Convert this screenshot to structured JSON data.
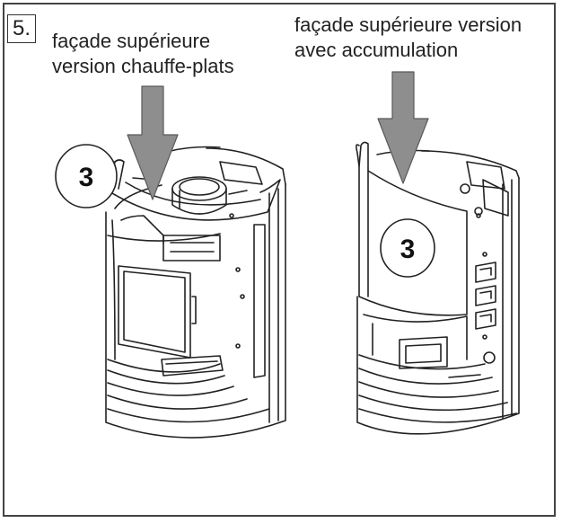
{
  "step_number": "5.",
  "left_caption": {
    "line1": "façade supérieure",
    "line2": "version chauffe-plats"
  },
  "right_caption": {
    "line1": "façade supérieure version",
    "line2": "avec accumulation"
  },
  "left_callout": "3",
  "right_callout": "3",
  "colors": {
    "arrow": "#8e8e8e",
    "arrow_stroke": "#5a5a5a",
    "line": "#222222",
    "paper": "#ffffff"
  }
}
